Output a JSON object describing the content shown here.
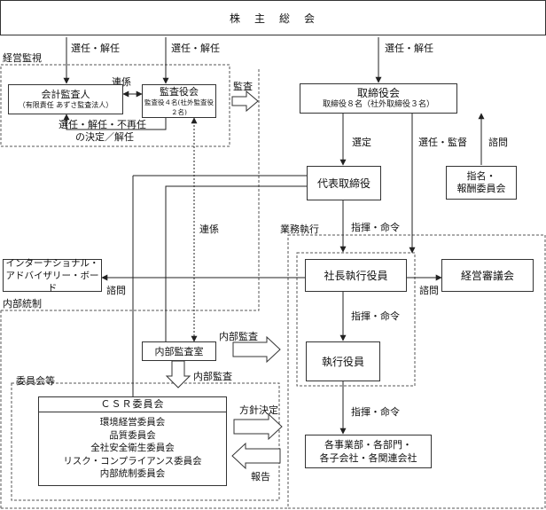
{
  "shareholders": "株　主　総　会",
  "labels": {
    "elect1": "選任・解任",
    "elect2": "選任・解任",
    "elect3": "選任・解任",
    "management_oversight": "経営監視",
    "liaison1": "連係",
    "audit": "監査",
    "appoint_decision_1": "選任・解任・不再任",
    "appoint_decision_2": "の決定／解任",
    "selection": "選定",
    "elect_supervise": "選任・監督",
    "consult1": "諮問",
    "liaison2": "連係",
    "business_execution": "業務執行",
    "direct_order1": "指揮・命令",
    "consult2": "諮問",
    "consult3": "諮問",
    "internal_control": "内部統制",
    "direct_order2": "指揮・命令",
    "internal_audit1": "内部監査",
    "internal_audit2": "内部監査",
    "committees": "委員会等",
    "policy": "方針決定",
    "direct_order3": "指揮・命令",
    "report": "報告"
  },
  "boxes": {
    "auditor_title": "会計監査人",
    "auditor_sub": "（有限責任 あずさ監査法人）",
    "board_auditors_title": "監査役会",
    "board_auditors_sub": "監査役４名(社外監査役２名)",
    "board_directors_title": "取締役会",
    "board_directors_sub": "取締役８名（社外取締役３名）",
    "rep_director": "代表取締役",
    "nomination_1": "指名・",
    "nomination_2": "報酬委員会",
    "advisory_1": "インターナショナル・",
    "advisory_2": "アドバイザリー・ボード",
    "president": "社長執行役員",
    "management_council": "経営審議会",
    "executive_officers": "執行役員",
    "internal_audit_office": "内部監査室",
    "csr_title": "ＣＳＲ委員会",
    "csr_items": [
      "環境経営委員会",
      "品質委員会",
      "全社安全衛生委員会",
      "リスク・コンプライアンス委員会",
      "内部統制委員会"
    ],
    "divisions_1": "各事業部・各部門・",
    "divisions_2": "各子会社・各関連会社"
  }
}
